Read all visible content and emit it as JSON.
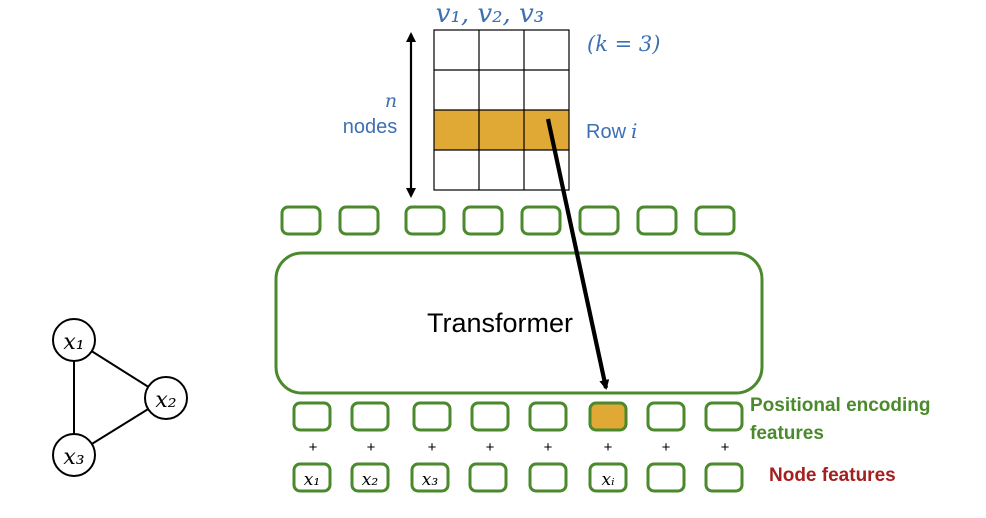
{
  "matrix": {
    "header": "v₁, v₂, v₃",
    "k_label": "(k = 3)",
    "n_symbol": "n",
    "nodes_label": "nodes",
    "row_label": "Row",
    "row_index": "i",
    "rows": 4,
    "cols": 3,
    "highlight_row": 2
  },
  "transformer": {
    "label": "Transformer",
    "output_tokens": 8,
    "input_tokens": 8,
    "highlight_index": 5
  },
  "positional": {
    "label_line1": "Positional encoding",
    "label_line2": "features",
    "plus": "+"
  },
  "node_features": {
    "label": "Node features",
    "tokens": [
      "x₁",
      "x₂",
      "x₃",
      "",
      "",
      "xᵢ",
      "",
      ""
    ]
  },
  "graph": {
    "nodes": [
      "x₁",
      "x₂",
      "x₃"
    ],
    "edges": [
      [
        0,
        1
      ],
      [
        1,
        2
      ],
      [
        0,
        2
      ]
    ]
  },
  "colors": {
    "green": "#4a8a2c",
    "gold": "#e0a935",
    "blue": "#3d6fb3",
    "red": "#a32020",
    "black": "#000000"
  }
}
